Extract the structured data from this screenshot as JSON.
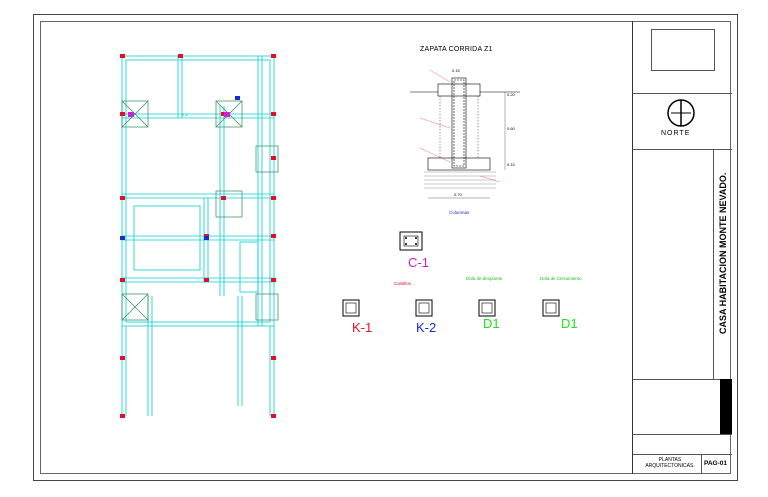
{
  "detail": {
    "title": "ZAPATA CORRIDA Z1",
    "dims": [
      "0.15",
      "0.20",
      "0.60",
      "0.15",
      "0.70"
    ]
  },
  "sections": {
    "columnas_title": "Columnas",
    "castillos_title": "Castillos",
    "dala_desplante_title": "Dala de desplante",
    "dala_cerramiento_title": "Dala de Cerramiento",
    "c1": "C-1",
    "k1": "K-1",
    "k2": "K-2",
    "d1a": "D1",
    "d1b": "D1"
  },
  "plan": {
    "beam_label": "Z-1"
  },
  "title_block": {
    "north_label": "NORTE",
    "project_name": "CASA HABITACION MONTE NEVADO.",
    "sheet_name": "PLANTAS ARQUITECTONICAS.",
    "sheet_number": "PAG-01"
  },
  "colors": {
    "cyan": "#00d0d0",
    "green": "#2e8b57",
    "red": "#e0102a",
    "blue": "#1a2cd0",
    "magenta": "#d020d0",
    "lime": "#20e020"
  }
}
